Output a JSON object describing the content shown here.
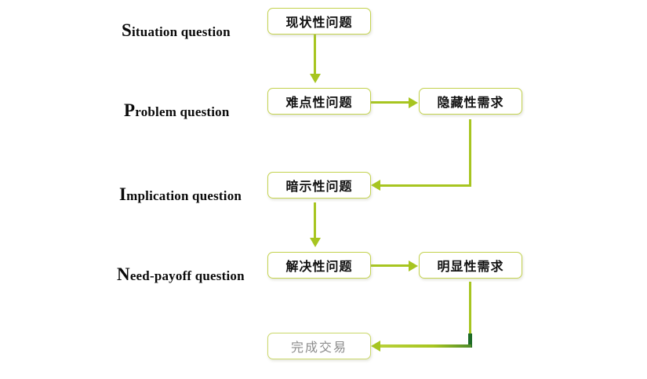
{
  "diagram": {
    "title": "SPIN Selling Question Flow",
    "background_color": "#ffffff",
    "accent_color": "#a7c520",
    "dark_accent_color": "#1d6b27",
    "box_border_color": "#c3d24e",
    "muted_text_color": "#8d8d8d"
  },
  "stage_labels": [
    {
      "cap": "S",
      "rest": "ituation question"
    },
    {
      "cap": "P",
      "rest": "roblem question"
    },
    {
      "cap": "I",
      "rest": "mplication question"
    },
    {
      "cap": "N",
      "rest": "eed-payoff question"
    }
  ],
  "nodes": {
    "situation": {
      "text": "现状性问题"
    },
    "problem": {
      "text": "难点性问题"
    },
    "hidden_need": {
      "text": "隐藏性需求"
    },
    "implication": {
      "text": "暗示性问题"
    },
    "need_payoff": {
      "text": "解决性问题"
    },
    "explicit_need": {
      "text": "明显性需求"
    },
    "deal_done": {
      "text": "完成交易"
    }
  },
  "connectors": [
    {
      "name": "situation-to-problem",
      "from": "situation",
      "to": "problem",
      "direction": "down"
    },
    {
      "name": "problem-to-hidden-need",
      "from": "problem",
      "to": "hidden_need",
      "direction": "right"
    },
    {
      "name": "hidden-need-to-implication",
      "from": "hidden_need",
      "to": "implication",
      "direction": "down-left"
    },
    {
      "name": "implication-to-need-payoff",
      "from": "implication",
      "to": "need_payoff",
      "direction": "down"
    },
    {
      "name": "need-payoff-to-explicit-need",
      "from": "need_payoff",
      "to": "explicit_need",
      "direction": "right"
    },
    {
      "name": "explicit-need-to-deal-done",
      "from": "explicit_need",
      "to": "deal_done",
      "direction": "down-left"
    }
  ]
}
